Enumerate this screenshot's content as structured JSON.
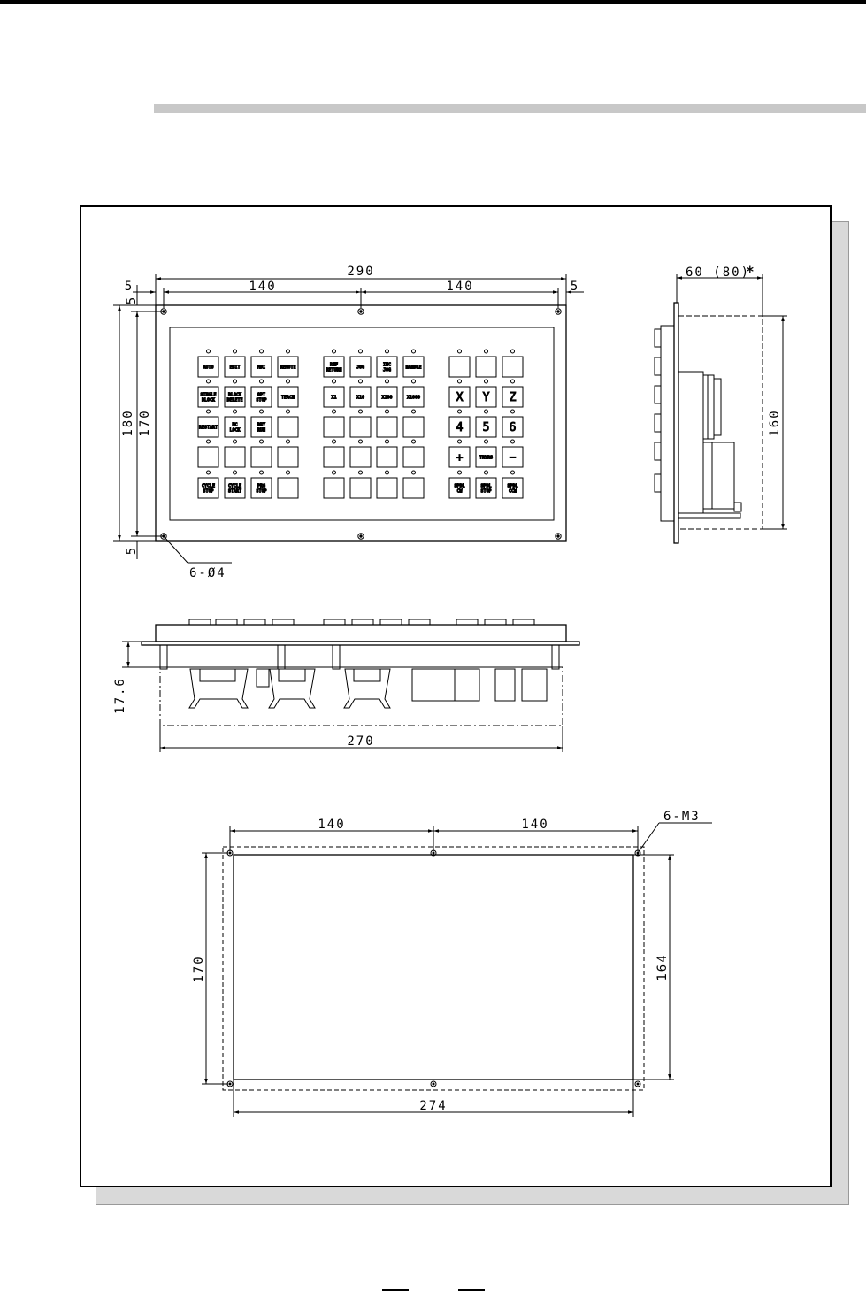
{
  "front_view": {
    "dims": {
      "overall_width": "290",
      "left_pitch": "140",
      "right_pitch": "140",
      "left_margin": "5",
      "right_margin": "5",
      "overall_height": "180",
      "hole_pitch_height": "170",
      "bottom_margin": "5",
      "top_margin": "5",
      "holes": "6-Ø4"
    },
    "left_group_keys": [
      [
        "AUTO",
        "EDIT",
        "MDI",
        "REMOTE"
      ],
      [
        "SINGLE\nBLOCK",
        "BLOCK\nDELETE",
        "OPT\nSTOP",
        "TEACH"
      ],
      [
        "RESTART",
        "MC\nLOCK",
        "DRY\nRUN",
        ""
      ],
      [
        "",
        "",
        "",
        ""
      ],
      [
        "CYCLE\nSTOP",
        "CYCLE\nSTART",
        "PRG\nSTOP",
        ""
      ]
    ],
    "middle_group_keys": [
      [
        "REF\nRETURN",
        "JOG",
        "INC\nJOG",
        "HANDLE"
      ],
      [
        "X1",
        "X10",
        "X100",
        "X1000"
      ],
      [
        "",
        "",
        "",
        ""
      ],
      [
        "",
        "",
        "",
        ""
      ],
      [
        "",
        "",
        "",
        ""
      ]
    ],
    "right_group_keys": [
      [
        "",
        "",
        ""
      ],
      [
        "X",
        "Y",
        "Z"
      ],
      [
        "4",
        "5",
        "6"
      ],
      [
        "+",
        "TRVRS",
        "−"
      ],
      [
        "SPDL\nCW",
        "SPDL\nSTOP",
        "SPDL\nCCW"
      ]
    ]
  },
  "side_view": {
    "depth": "60 (80)",
    "asterisk": "*",
    "height": "160"
  },
  "bottom_view": {
    "thickness": "17.6",
    "width": "270"
  },
  "cutout_view": {
    "left_pitch": "140",
    "right_pitch": "140",
    "screws": "6-M3",
    "hole_pitch_height": "170",
    "opening_height": "164",
    "opening_width": "274"
  }
}
